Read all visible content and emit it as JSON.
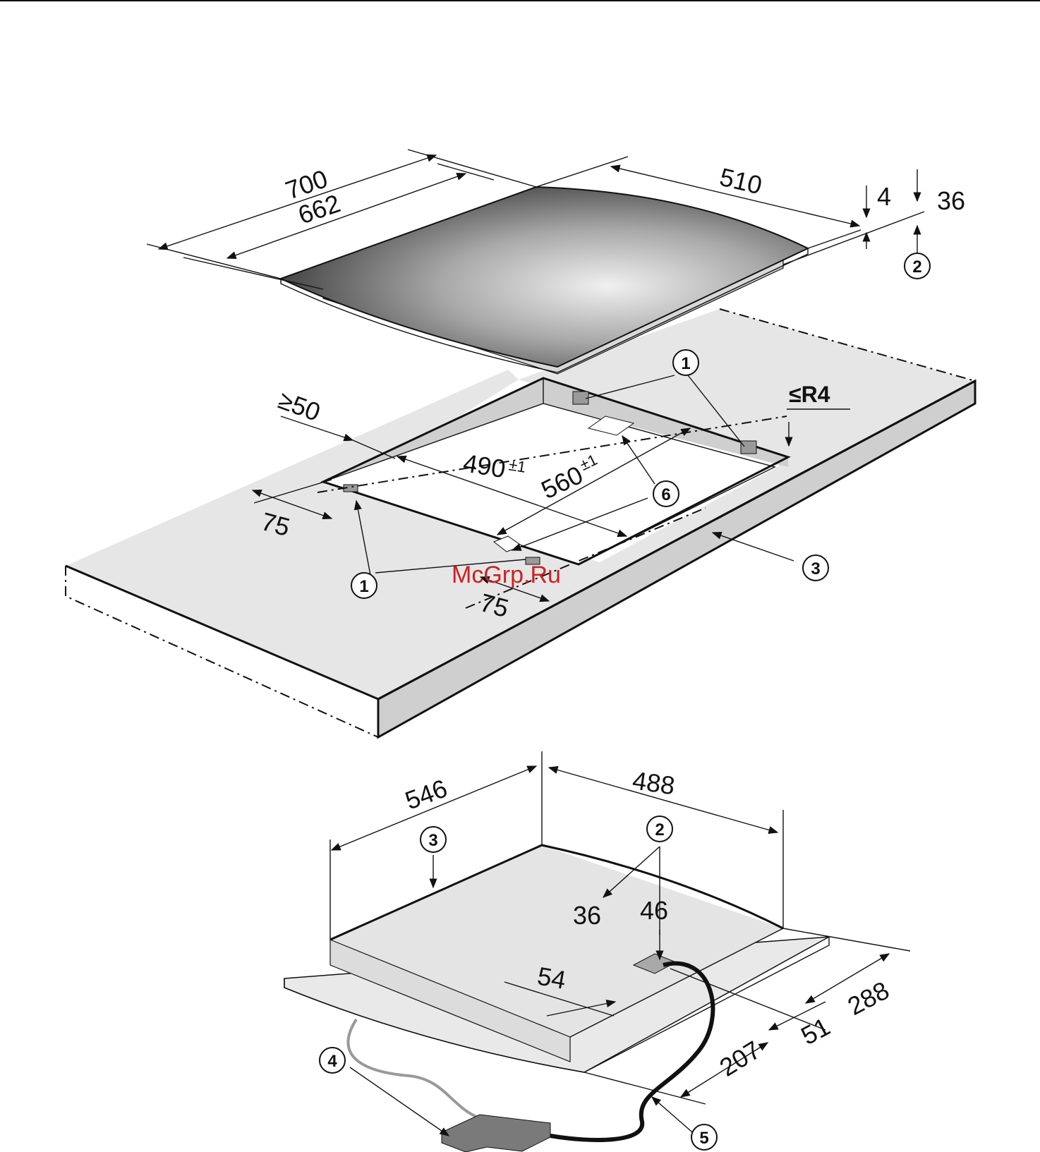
{
  "dimensions": {
    "top_width_outer": "700",
    "top_width_inner": "662",
    "top_depth": "510",
    "glass_thickness": "4",
    "total_height": "36",
    "edge_distance": "≥50",
    "cutout_depth": "490",
    "cutout_depth_tol": "±1",
    "cutout_width": "560",
    "cutout_width_tol": "±1",
    "max_radius": "≤R4",
    "bracket_offset_left": "75",
    "bracket_offset_front": "75",
    "bottom_width": "546",
    "bottom_depth": "488",
    "height_a": "36",
    "height_b": "46",
    "offset_54": "54",
    "offset_51": "51",
    "offset_288": "288",
    "offset_207": "207"
  },
  "callouts": {
    "c1": "1",
    "c2": "2",
    "c3": "3",
    "c4": "4",
    "c5": "5",
    "c6": "6"
  },
  "watermark": "McGrp.Ru",
  "colors": {
    "glass_dark": "#2a2a2a",
    "glass_light": "#e8e8e8",
    "worktop_fill": "#e6e6e6",
    "worktop_edge": "#cfcfcf",
    "unit_fill": "#e9e9e9",
    "bracket": "#9a9a9a",
    "watermark": "#cc2222"
  }
}
